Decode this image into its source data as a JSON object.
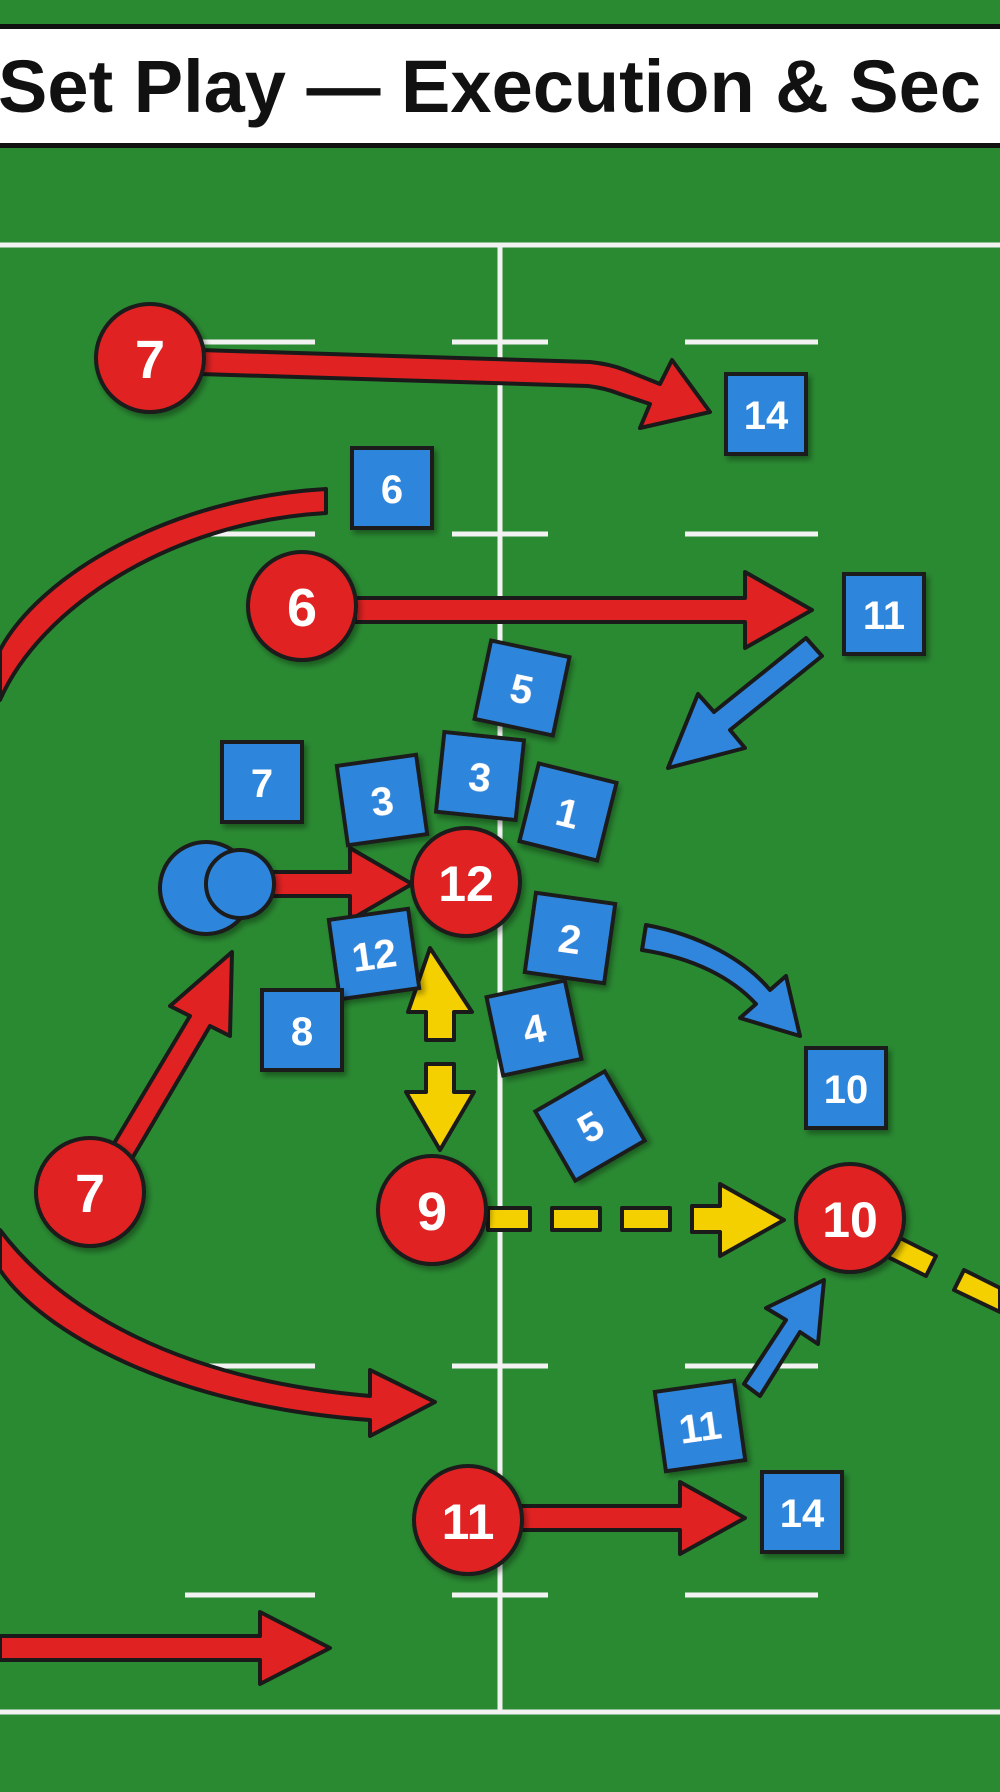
{
  "title": "Set Play — Execution & Sec",
  "colors": {
    "pitch": "#2a8a32",
    "line": "#f2f2f2",
    "attack": "#e02222",
    "defense": "#2f86dc",
    "pass": "#f5d000",
    "outline": "#1a1a1a"
  },
  "attackers": [
    {
      "id": "att-7-top",
      "label": "7"
    },
    {
      "id": "att-6",
      "label": "6"
    },
    {
      "id": "att-12",
      "label": "12"
    },
    {
      "id": "att-7-left",
      "label": "7"
    },
    {
      "id": "att-9",
      "label": "9"
    },
    {
      "id": "att-10",
      "label": "10"
    },
    {
      "id": "att-11",
      "label": "11"
    }
  ],
  "defenders": [
    {
      "id": "def-14-top",
      "label": "14"
    },
    {
      "id": "def-6",
      "label": "6"
    },
    {
      "id": "def-11-top",
      "label": "11"
    },
    {
      "id": "def-5-top",
      "label": "5"
    },
    {
      "id": "def-7",
      "label": "7"
    },
    {
      "id": "def-3-left",
      "label": "3"
    },
    {
      "id": "def-3-mid",
      "label": "3"
    },
    {
      "id": "def-1",
      "label": "1"
    },
    {
      "id": "def-12",
      "label": "12"
    },
    {
      "id": "def-2",
      "label": "2"
    },
    {
      "id": "def-8",
      "label": "8"
    },
    {
      "id": "def-4",
      "label": "4"
    },
    {
      "id": "def-5-low",
      "label": "5"
    },
    {
      "id": "def-10",
      "label": "10"
    },
    {
      "id": "def-11-low",
      "label": "11"
    },
    {
      "id": "def-14-low",
      "label": "14"
    }
  ]
}
